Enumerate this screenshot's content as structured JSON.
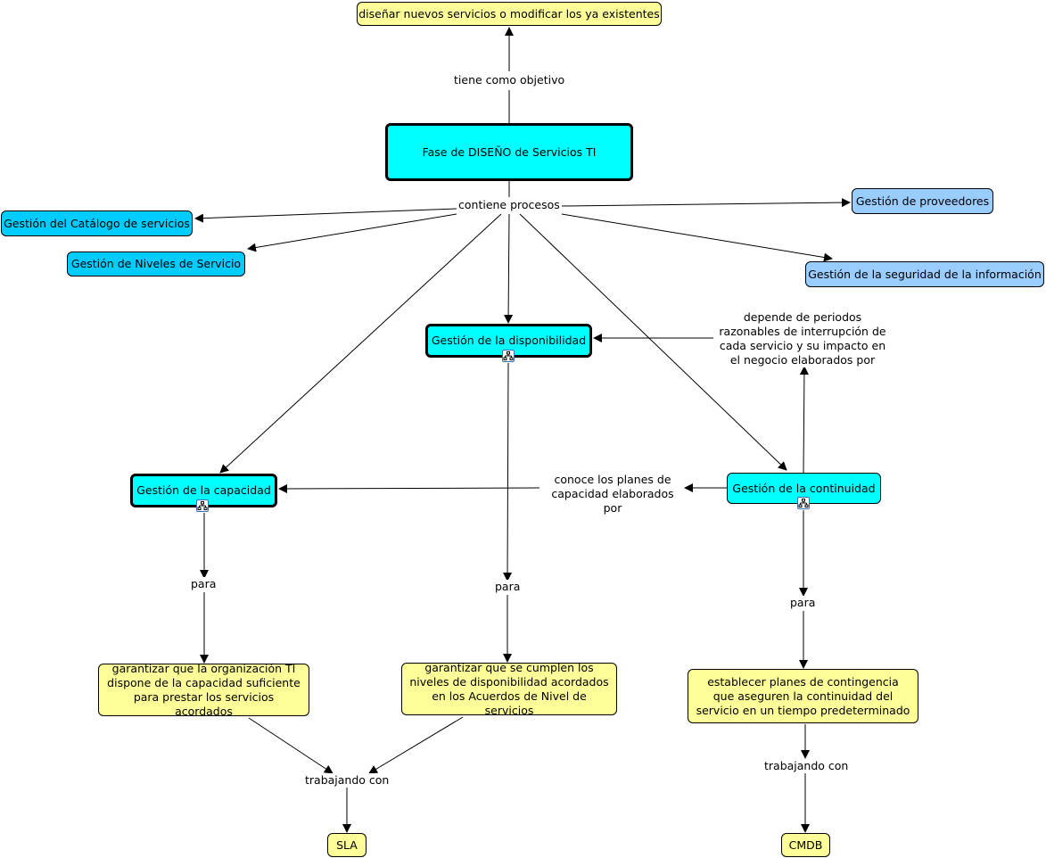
{
  "nodes": {
    "goal": "diseñar nuevos servicios o modificar los ya existentes",
    "center": "Fase de DISEÑO de Servicios TI",
    "catalogo": "Gestión del Catálogo de servicios",
    "niveles": "Gestión de Niveles de Servicio",
    "proveedores": "Gestión de proveedores",
    "seguridad": "Gestión de la seguridad de la información",
    "disponibilidad": "Gestión de la disponibilidad",
    "capacidad": "Gestión de la capacidad",
    "continuidad": "Gestión de la continuidad",
    "garantizar_capacidad": "garantizar que la organización TI dispone de la capacidad suficiente para prestar los servicios acordados",
    "garantizar_disponibilidad": "garantizar que se cumplen los niveles de disponibilidad acordados en los Acuerdos de Nivel de servicios",
    "planes_contingencia": "establecer planes de contingencia que aseguren la continuidad del servicio en un tiempo predeterminado",
    "sla": "SLA",
    "cmdb": "CMDB"
  },
  "links": {
    "tiene_objetivo": "tiene como objetivo",
    "contiene_procesos": "contiene procesos",
    "depende": "depende de periodos razonables de interrupción de cada servicio y su impacto en el negocio elaborados por",
    "conoce": "conoce los planes de capacidad elaborados por",
    "para_capacidad": "para",
    "para_disponibilidad": "para",
    "para_continuidad": "para",
    "trabajando_sla": "trabajando con",
    "trabajando_cmdb": "trabajando con"
  },
  "colors": {
    "yellow": "#ffff99",
    "cyan": "#00ffff",
    "light_blue": "#00ccff",
    "pale_blue": "#99ccff"
  },
  "icons": {
    "submap": "submap-icon"
  }
}
